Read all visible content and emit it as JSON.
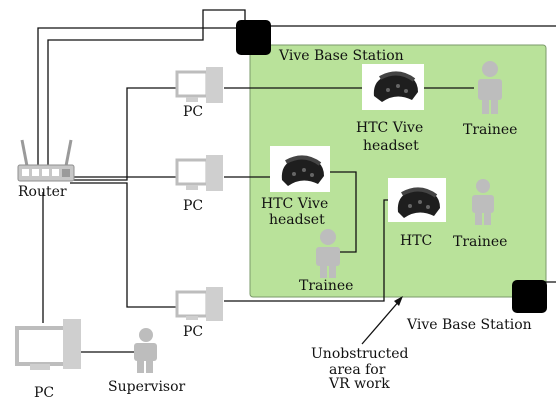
{
  "labels": {
    "base_station_top": "Vive Base Station",
    "base_station_bottom": "Vive Base Station",
    "router": "Router",
    "pc_1": "PC",
    "pc_2": "PC",
    "pc_3": "PC",
    "pc_supervisor": "PC",
    "headset_1_line1": "HTC Vive",
    "headset_1_line2": "headset",
    "headset_2_line1": "HTC Vive",
    "headset_2_line2": "headset",
    "headset_3": "HTC",
    "trainee_1": "Trainee",
    "trainee_2": "Trainee",
    "trainee_3": "Trainee",
    "supervisor": "Supervisor",
    "area_line1": "Unobstructed",
    "area_line2": "area for",
    "area_line3": "VR work"
  },
  "colors": {
    "area_fill": "#b9e29a",
    "area_stroke": "#7a9a6a",
    "person": "#bdbdbd",
    "pc": "#cfcfcf",
    "line": "#111111",
    "base_station": "#000000"
  }
}
